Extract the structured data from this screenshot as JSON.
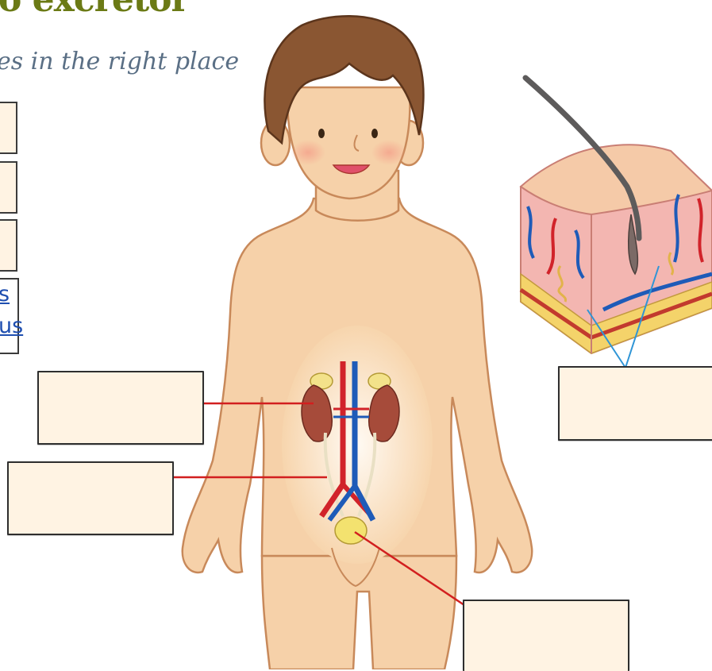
{
  "header": {
    "title": "o excretor",
    "subtitle": "es in the right place"
  },
  "word_bank": {
    "word_1": "s",
    "word_2": "us"
  },
  "label_boxes": [
    {
      "target": "kidney",
      "value": ""
    },
    {
      "target": "ureter",
      "value": ""
    },
    {
      "target": "bladder",
      "value": ""
    },
    {
      "target": "sweat-glands",
      "value": ""
    }
  ],
  "colors": {
    "title": "#6b7a15",
    "subtitle": "#5a6f85",
    "box_fill": "#fff3e3",
    "leader_red": "#d21f1f",
    "leader_blue": "#2f95d6",
    "word_blue": "#1f4fb0"
  }
}
